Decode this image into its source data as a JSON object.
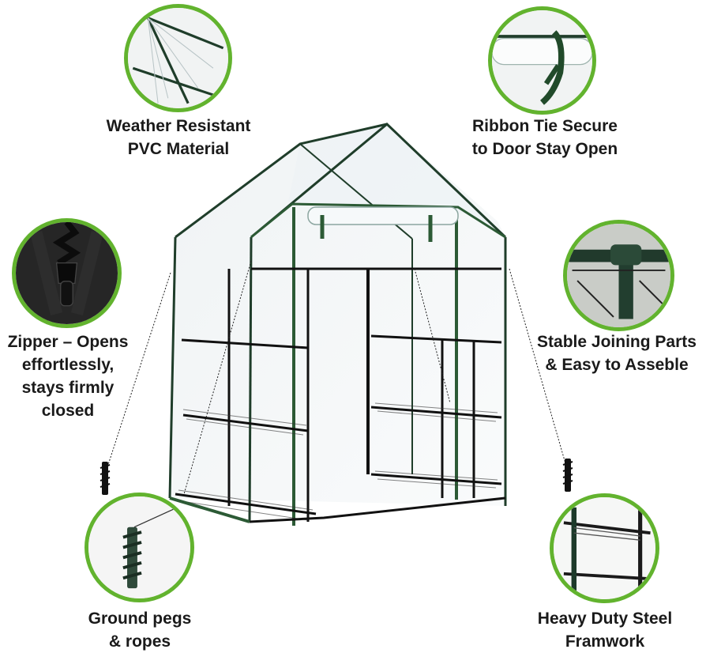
{
  "features": [
    {
      "id": "weather",
      "lines": [
        "Weather Resistant",
        "PVC Material"
      ],
      "icon": "pvc-sheet-icon"
    },
    {
      "id": "ribbon",
      "lines": [
        "Ribbon Tie Secure",
        "to Door Stay Open"
      ],
      "icon": "ribbon-tie-icon"
    },
    {
      "id": "zipper",
      "lines": [
        "Zipper – Opens",
        "effortlessly,",
        "stays firmly",
        "closed"
      ],
      "icon": "zipper-icon"
    },
    {
      "id": "joining",
      "lines": [
        "Stable Joining Parts",
        "& Easy to Asseble"
      ],
      "icon": "joint-connector-icon"
    },
    {
      "id": "pegs",
      "lines": [
        "Ground pegs",
        "& ropes"
      ],
      "icon": "ground-peg-icon"
    },
    {
      "id": "steel",
      "lines": [
        "Heavy Duty Steel",
        "Framwork"
      ],
      "icon": "steel-frame-icon"
    }
  ],
  "colors": {
    "accent": "#62b32e",
    "frame": "#1f3d2a",
    "text": "#1a1a1a"
  }
}
